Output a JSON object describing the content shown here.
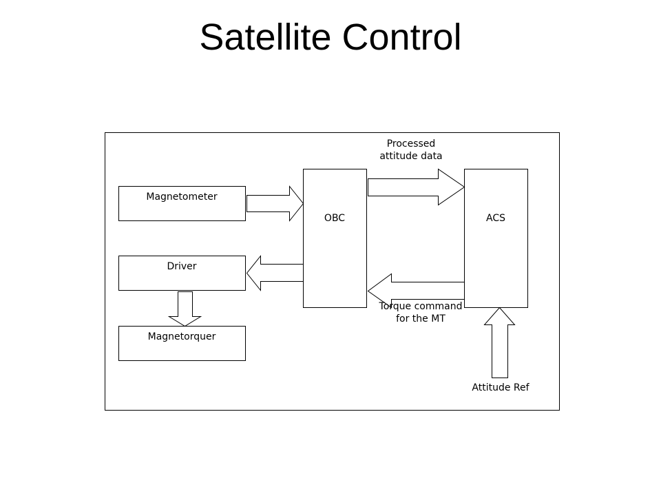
{
  "slide": {
    "title": "Satellite Control"
  },
  "diagram": {
    "blocks": {
      "magnetometer": "Magnetometer",
      "driver": "Driver",
      "magnetorquer": "Magnetorquer",
      "obc": "OBC",
      "acs": "ACS"
    },
    "labels": {
      "processed_line1": "Processed",
      "processed_line2": "attitude data",
      "torque_line1": "Torque command",
      "torque_line2": "for the MT",
      "attitude_ref": "Attitude Ref"
    }
  }
}
